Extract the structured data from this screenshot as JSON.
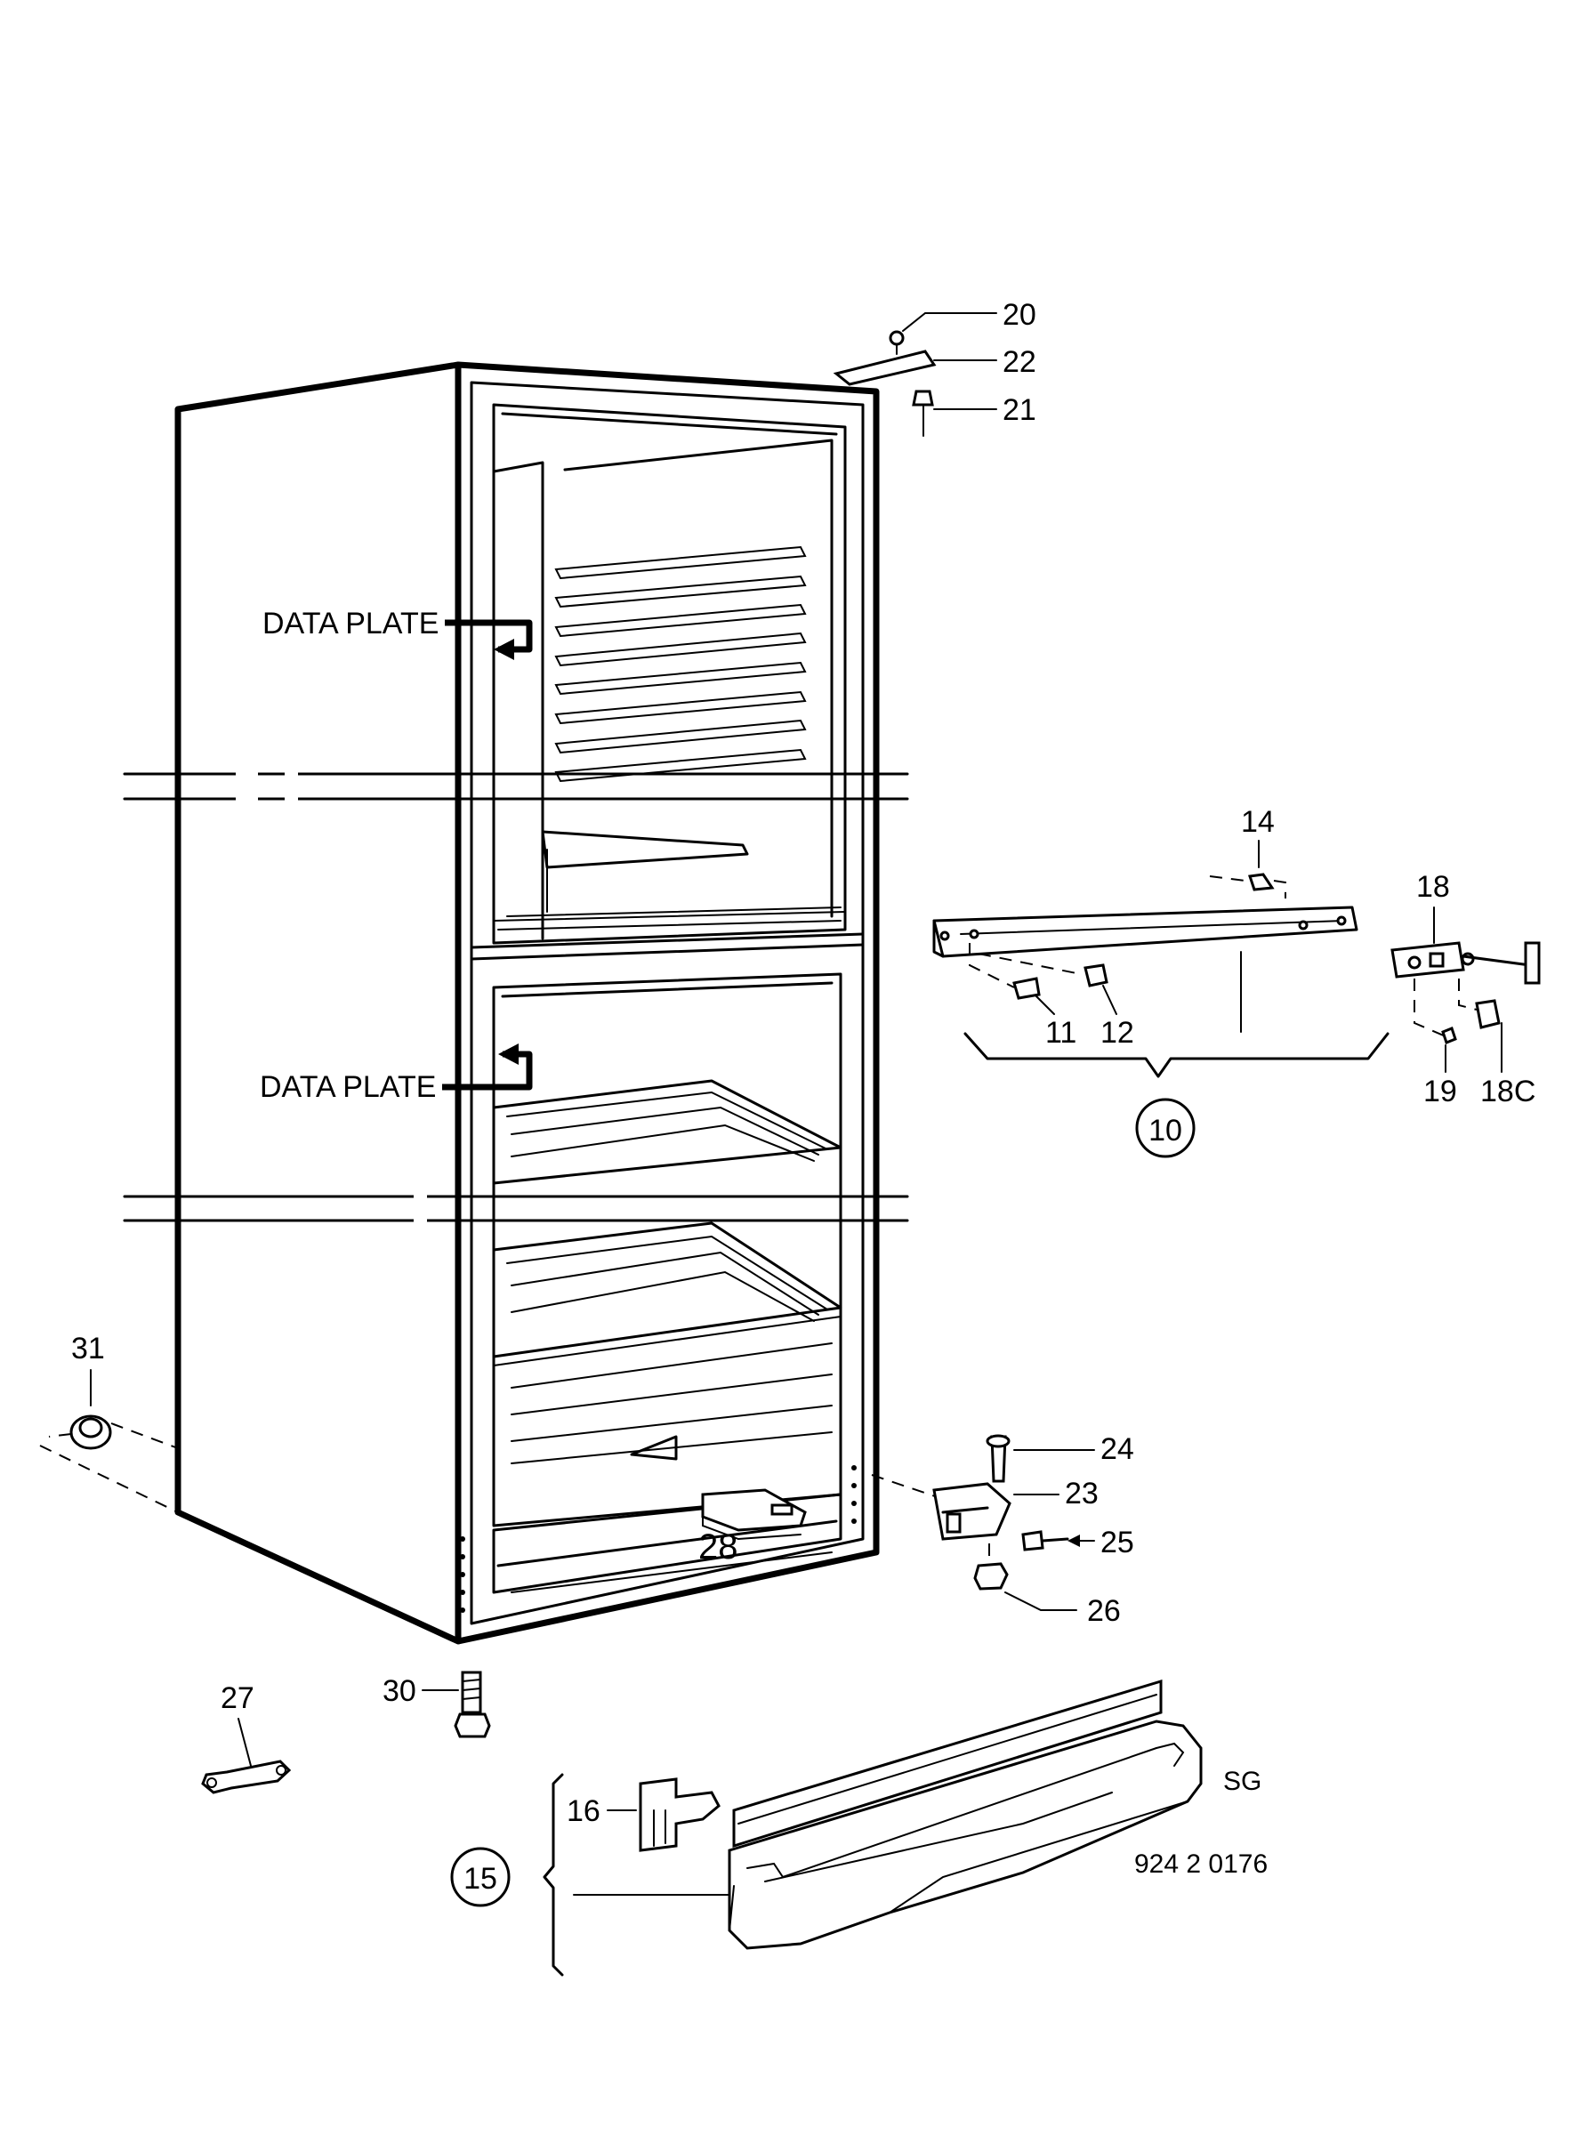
{
  "labels": {
    "data_plate_1": "DATA PLATE",
    "data_plate_2": "DATA PLATE",
    "p20": "20",
    "p22": "22",
    "p21": "21",
    "p14": "14",
    "p18": "18",
    "p11": "11",
    "p12": "12",
    "p19": "19",
    "p18c": "18C",
    "p10": "10",
    "p31": "31",
    "p24": "24",
    "p23": "23",
    "p25": "25",
    "p26": "26",
    "p28": "28",
    "p30": "30",
    "p27": "27",
    "p16": "16",
    "p15": "15"
  },
  "code_sg": "SG",
  "drawing_number": "924 2 0176"
}
